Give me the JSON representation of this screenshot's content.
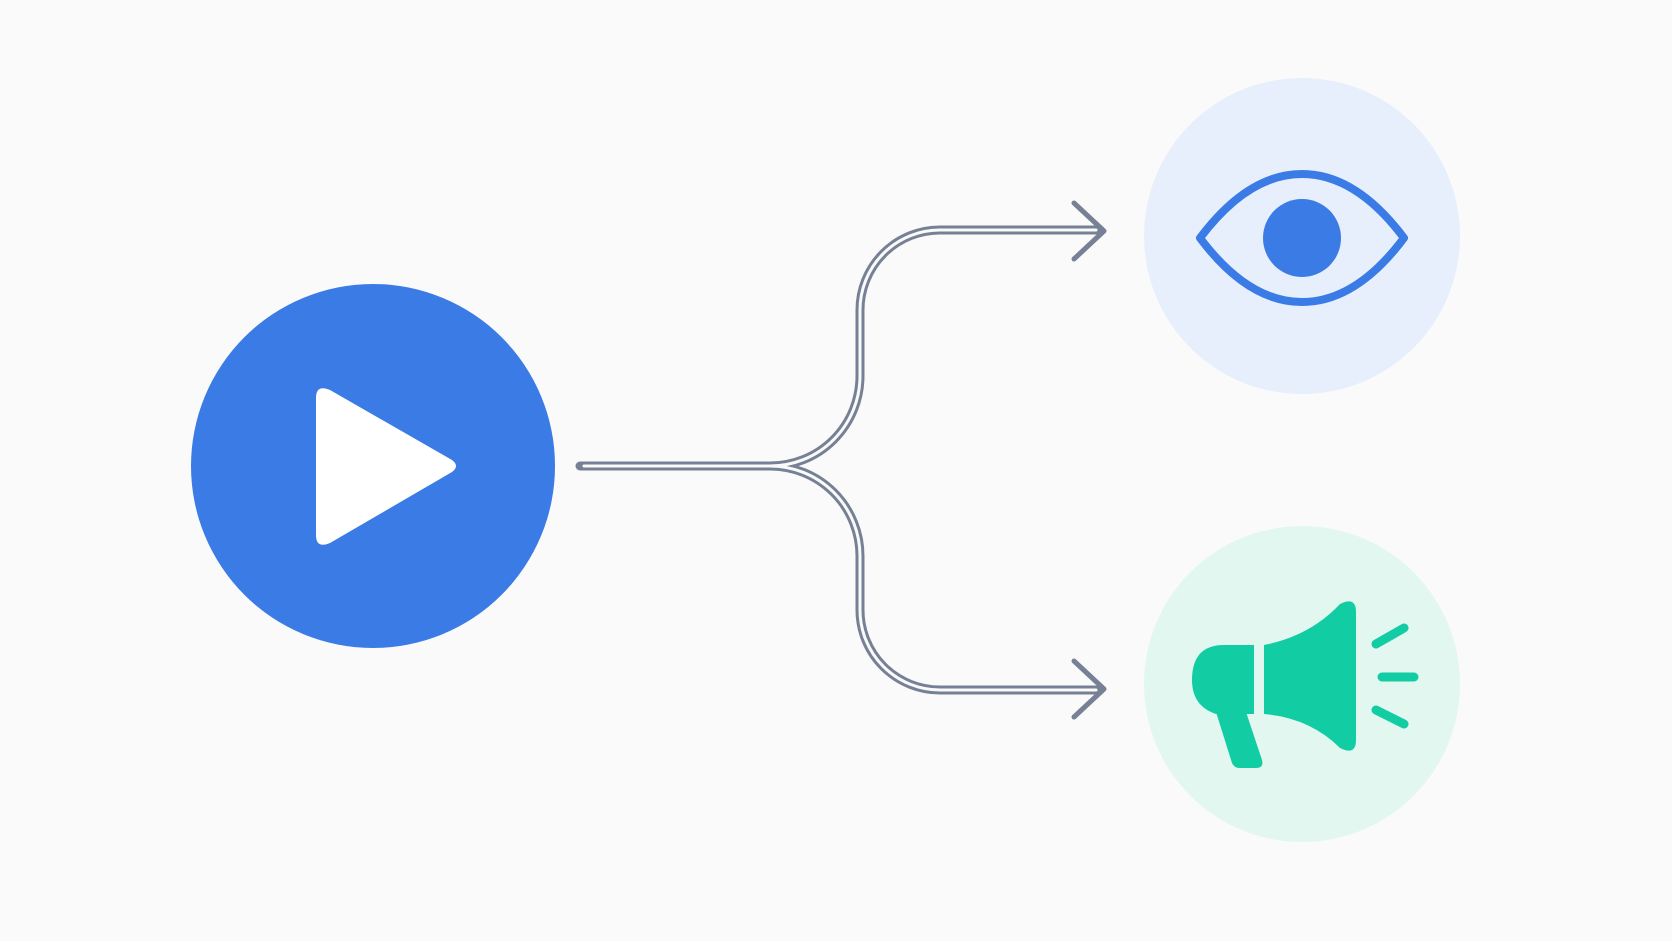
{
  "diagram": {
    "type": "branching-flow",
    "colors": {
      "background": "#fafafa",
      "source_fill": "#3a7be6",
      "source_icon": "#ffffff",
      "connector": "#778196",
      "connector_inner": "#fafafa",
      "view_fill": "#e7effc",
      "view_icon": "#3a7be6",
      "announce_fill": "#e3f7f1",
      "announce_icon": "#12cca4"
    },
    "nodes": [
      {
        "id": "source",
        "icon": "play-icon"
      },
      {
        "id": "view",
        "icon": "eye-icon"
      },
      {
        "id": "announce",
        "icon": "megaphone-icon"
      }
    ],
    "edges": [
      {
        "from": "source",
        "to": "view"
      },
      {
        "from": "source",
        "to": "announce"
      }
    ]
  }
}
